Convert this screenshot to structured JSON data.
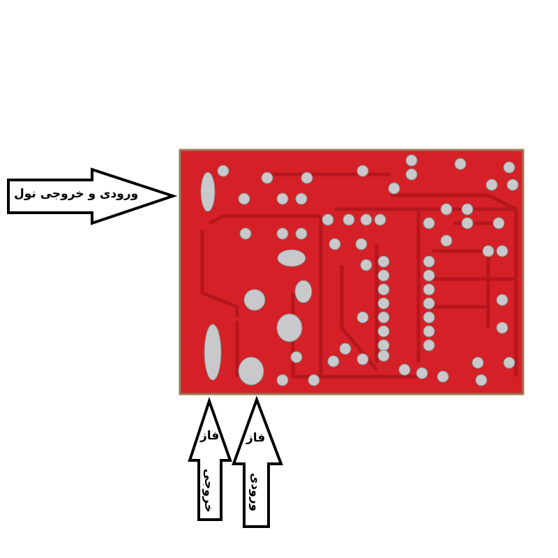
{
  "labels": {
    "neutral": "ورودی و خروجی نول",
    "phase_output": {
      "top": "فاز",
      "bottom": "خروجی"
    },
    "phase_input": {
      "top": "فاز",
      "bottom": "ورودی"
    }
  },
  "colors": {
    "board": "#e3262c",
    "trace": "#c51b22",
    "pad": "#c9c9cc",
    "arrow_stroke": "#000000"
  }
}
